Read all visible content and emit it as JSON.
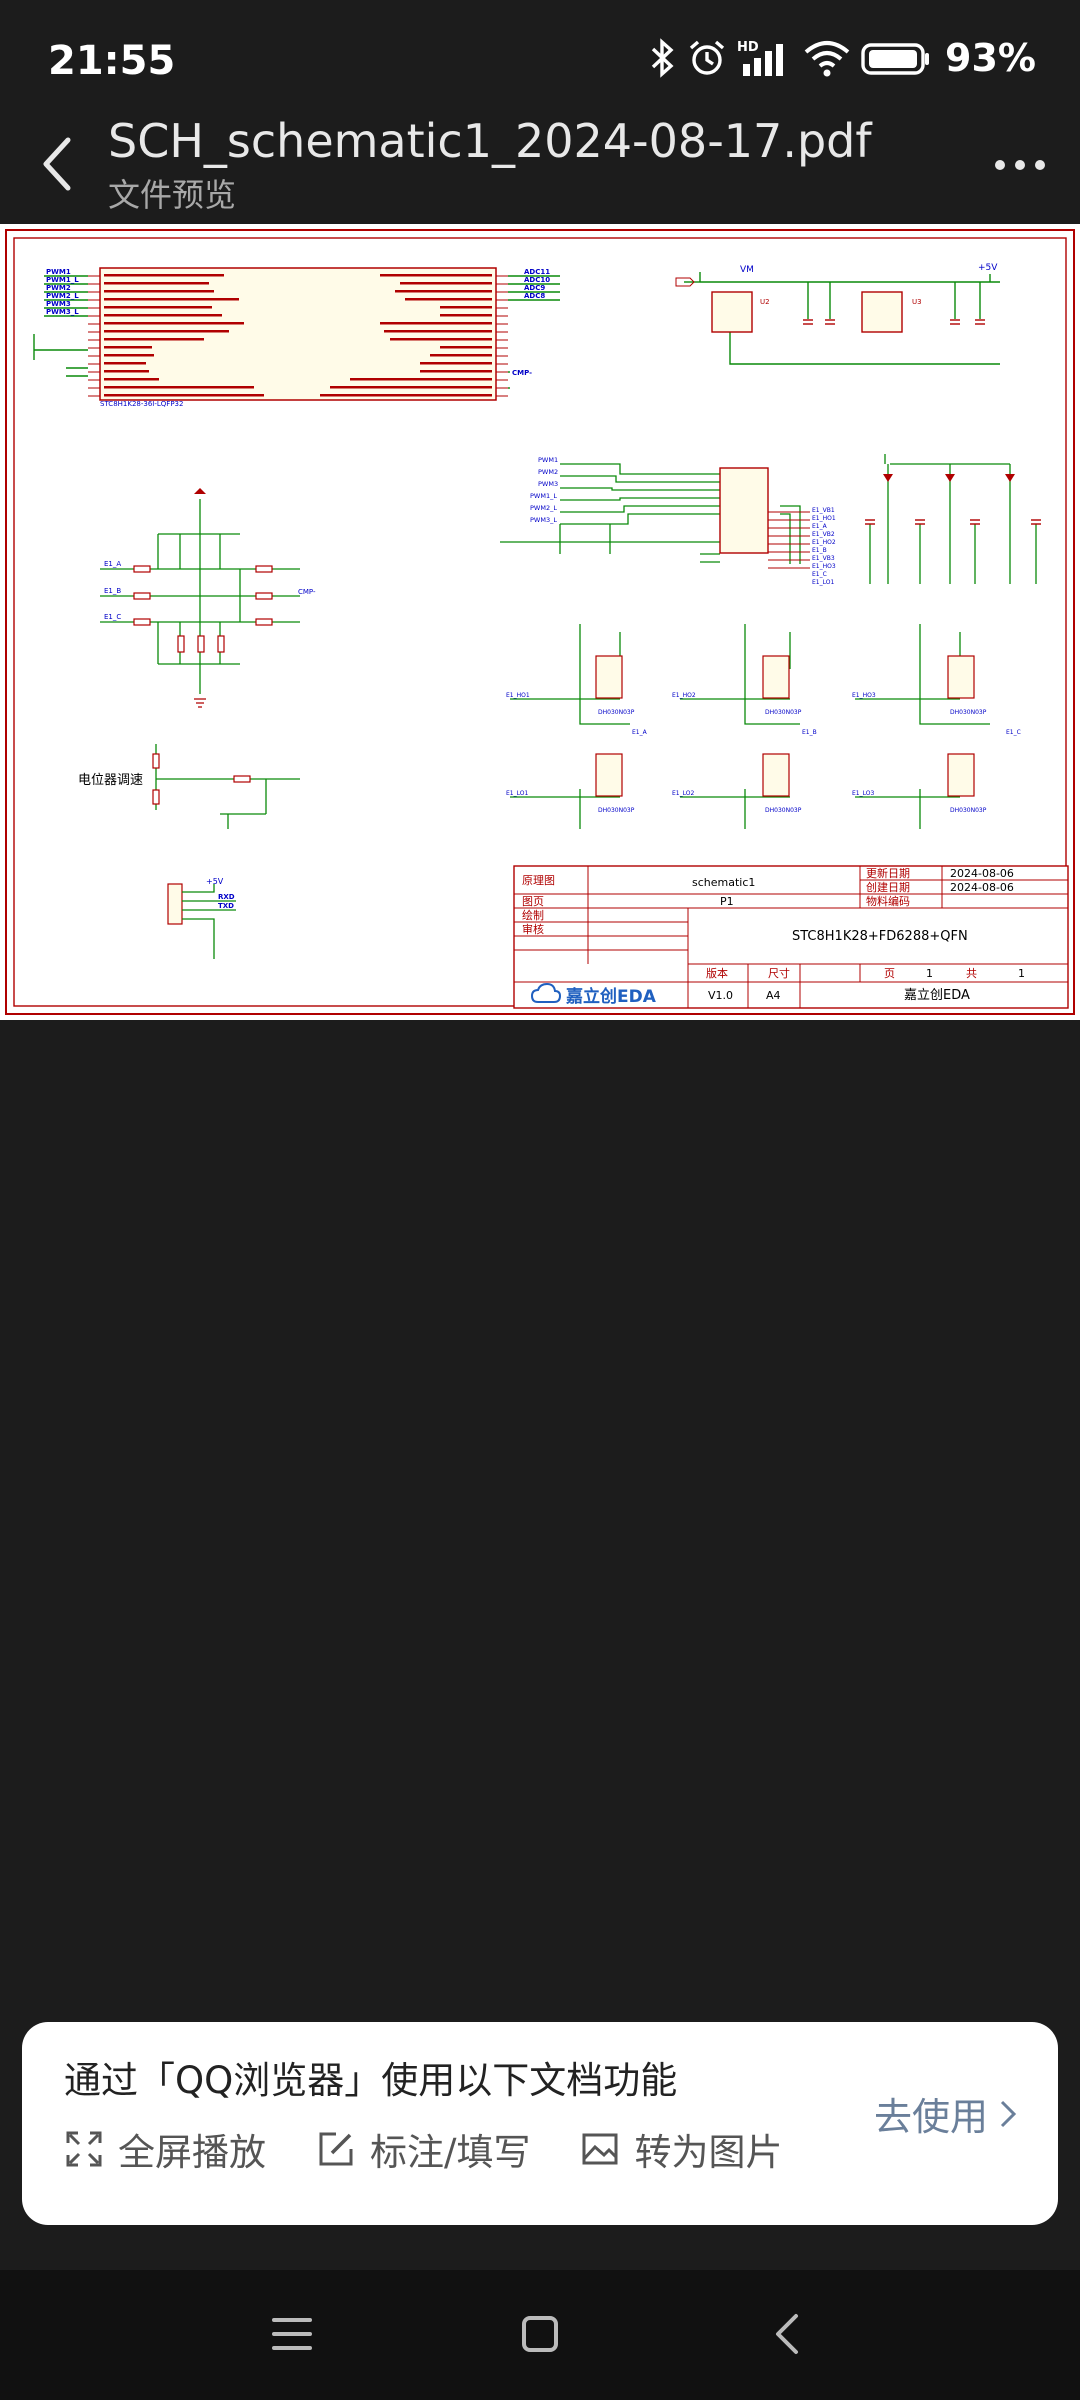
{
  "status": {
    "time": "21:55",
    "hd": "HD",
    "battery": "93%"
  },
  "header": {
    "title": "SCH_schematic1_2024-08-17.pdf",
    "subtitle": "文件预览"
  },
  "schematic": {
    "mcu_label": "STC8H1K28-36I-LQFP32",
    "left_nets": [
      "PWM1",
      "PWM1_L",
      "PWM2",
      "PWM2_L",
      "PWM3",
      "PWM3_L"
    ],
    "right_nets": [
      "ADC11",
      "ADC10",
      "ADC9",
      "ADC8"
    ],
    "vm": "VM",
    "plus5v": "+5V",
    "u2": "U2",
    "u3": "U3",
    "pot_label": "电位器调速",
    "cmp": "CMP-",
    "driver_inputs": [
      "PWM1",
      "PWM2",
      "PWM3",
      "PWM1_L",
      "PWM2_L",
      "PWM3_L"
    ],
    "driver_outputs": [
      "E1_VB1",
      "E1_HO1",
      "E1_A",
      "E1_VB2",
      "E1_HO2",
      "E1_B",
      "E1_VB3",
      "E1_HO3",
      "E1_C",
      "E1_LO1"
    ],
    "mos_label": "DH030N03P",
    "phase_labels": [
      "E1_A",
      "E1_B",
      "E1_C"
    ],
    "ho_labels": [
      "E1_HO1",
      "E1_HO2",
      "E1_HO3"
    ],
    "lo_labels": [
      "E1_LO1",
      "E1_LO2",
      "E1_LO3"
    ],
    "connector": [
      "RXD",
      "TXD"
    ],
    "title_block": {
      "k_schematic": "原理图",
      "v_schematic": "schematic1",
      "k_update": "更新日期",
      "v_update": "2024-08-06",
      "k_create": "创建日期",
      "v_create": "2024-08-06",
      "k_material": "物料编码",
      "k_page": "图页",
      "v_page": "P1",
      "k_draw": "绘制",
      "k_review": "审核",
      "product": "STC8H1K28+FD6288+QFN",
      "k_version": "版本",
      "v_version": "V1.0",
      "k_size": "尺寸",
      "v_size": "A4",
      "k_pg": "页",
      "v_pg": "1",
      "k_total": "共",
      "v_total": "1",
      "brand": "嘉立创EDA",
      "logo": "嘉立创EDA"
    }
  },
  "banner": {
    "title": "通过「QQ浏览器」使用以下文档功能",
    "actions": [
      {
        "icon": "fullscreen-icon",
        "label": "全屏播放"
      },
      {
        "icon": "edit-icon",
        "label": "标注/填写"
      },
      {
        "icon": "image-icon",
        "label": "转为图片"
      }
    ],
    "go": "去使用"
  },
  "colors": {
    "wire": "#0a8a0a",
    "part": "#b00000",
    "net": "#0000c8",
    "background": "#1c1c1c"
  }
}
